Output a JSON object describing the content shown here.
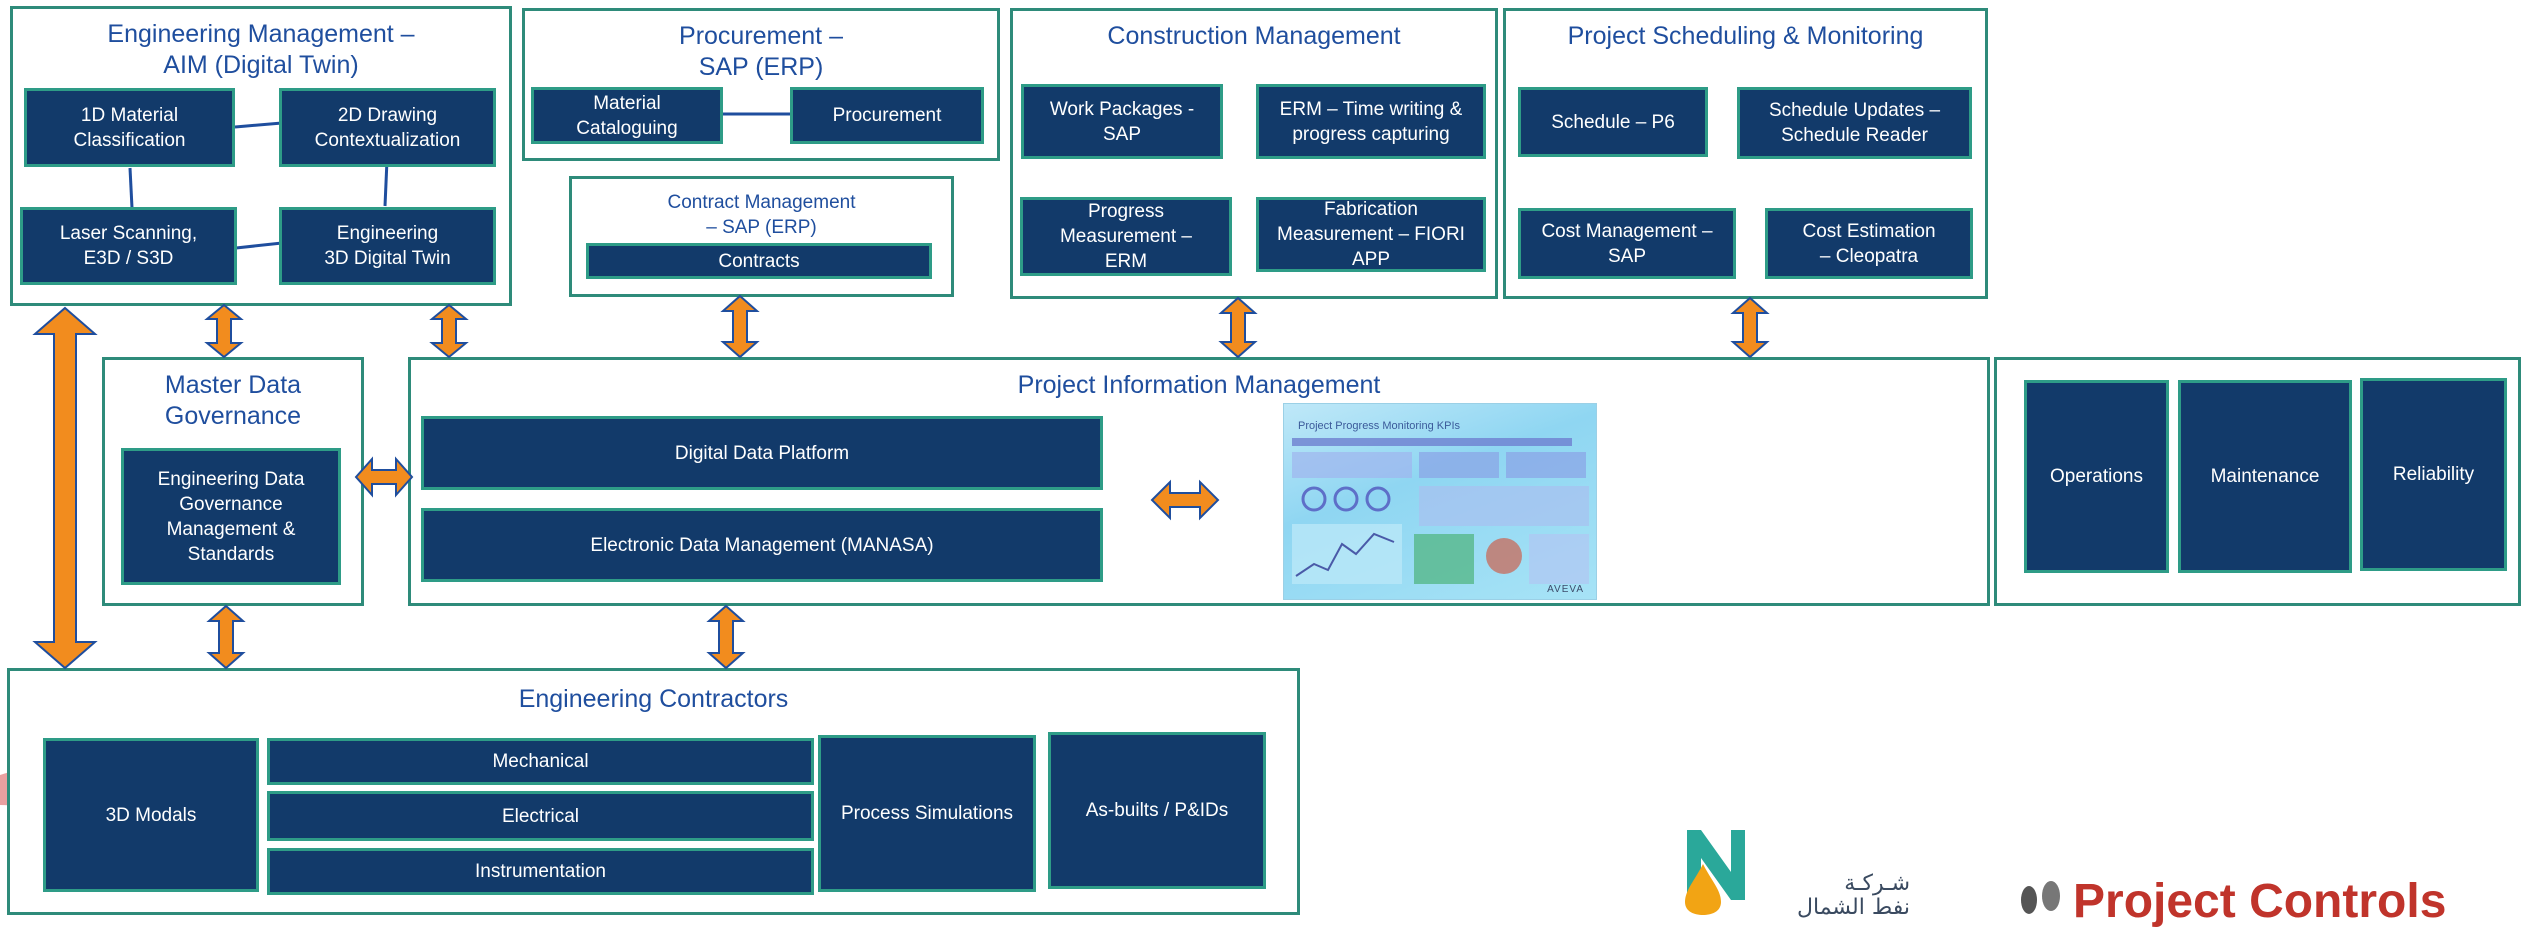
{
  "groups": {
    "eng_mgmt": {
      "title": "Engineering Management –\nAIM (Digital Twin)",
      "items": [
        "1D Material\nClassification",
        "2D Drawing\nContextualization",
        "Laser Scanning,\nE3D / S3D",
        "Engineering\n3D Digital Twin"
      ]
    },
    "procurement": {
      "title": "Procurement –\nSAP (ERP)",
      "items": [
        "Material\nCataloguing",
        "Procurement"
      ]
    },
    "contract": {
      "title": "Contract Management\n– SAP (ERP)",
      "items": [
        "Contracts"
      ]
    },
    "construction": {
      "title": "Construction Management",
      "items": [
        "Work Packages -\nSAP",
        "ERM – Time writing &\nprogress capturing",
        "Progress\nMeasurement –\nERM",
        "Fabrication\nMeasurement – FIORI\nAPP"
      ]
    },
    "scheduling": {
      "title": "Project Scheduling & Monitoring",
      "items": [
        "Schedule – P6",
        "Schedule Updates –\nSchedule Reader",
        "Cost Management –\nSAP",
        "Cost Estimation\n– Cleopatra"
      ]
    },
    "mdg": {
      "title": "Master Data\nGovernance",
      "items": [
        "Engineering Data\nGovernance\nManagement &\nStandards"
      ]
    },
    "pim": {
      "title": "Project Information Management",
      "items": [
        "Digital Data Platform",
        "Electronic Data Management (MANASA)"
      ],
      "dashboard_title": "Project Progress Monitoring KPIs",
      "dashboard_brand": "AVEVA"
    },
    "ops": {
      "items": [
        "Operations",
        "Maintenance",
        "Reliability"
      ]
    },
    "contractors": {
      "title": "Engineering Contractors",
      "items": [
        "3D Modals",
        "Mechanical",
        "Electrical",
        "Instrumentation",
        "Process Simulations",
        "As-builts / P&IDs"
      ]
    }
  },
  "logos": {
    "company_arabic": "شـركـة\nنفط الشمال",
    "project_controls": "Project Controls"
  },
  "colors": {
    "box_fill": "#123a6a",
    "box_border": "#2e9c87",
    "group_border": "#2e8b7a",
    "title_blue": "#1f4e9e",
    "arrow_fill": "#f28c1e",
    "arrow_stroke": "#1f4e9e"
  }
}
